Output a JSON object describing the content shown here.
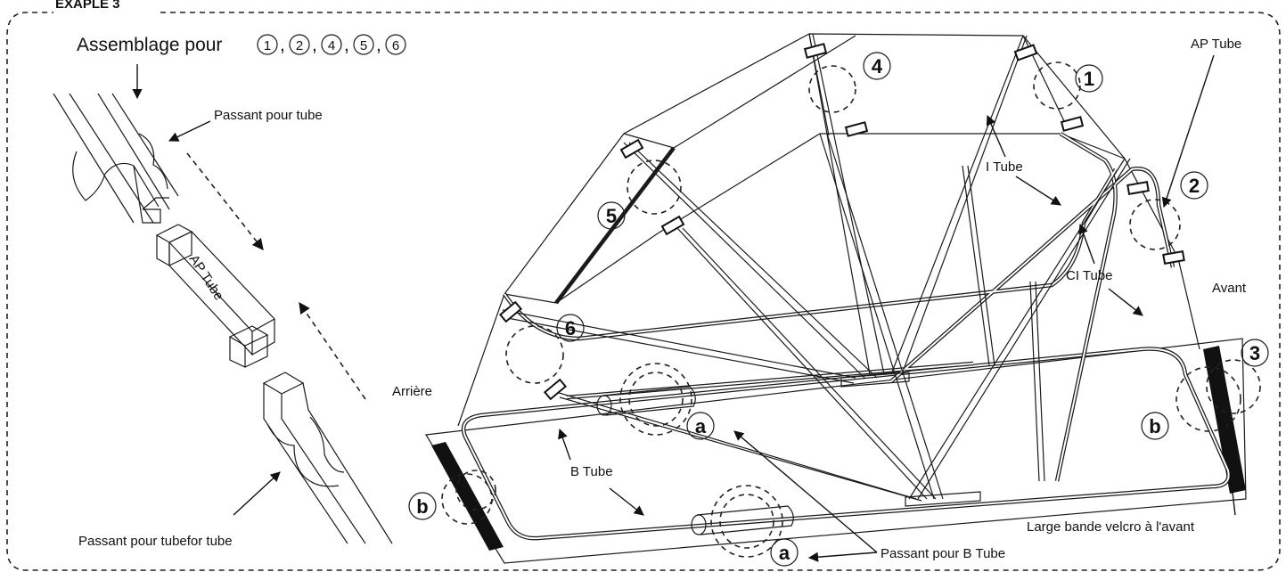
{
  "header": {
    "corner_label": "EXAPLE 3",
    "assembly_title": "Assemblage pour",
    "assembly_markers": [
      "1",
      "2",
      "4",
      "5",
      "6"
    ]
  },
  "detail": {
    "passant_top": "Passant pour tube",
    "tube_label": "AP Tube",
    "passant_bottom": "Passant pour tubefor tube"
  },
  "labels": {
    "ap_tube": "AP Tube",
    "i_tube": "I Tube",
    "ci_tube": "CI Tube",
    "b_tube": "B Tube",
    "avant": "Avant",
    "arriere": "Arrière",
    "velcro": "Large bande velcro à l'avant",
    "passant_b": "Passant pour B Tube"
  },
  "markers": {
    "m1": "1",
    "m2": "2",
    "m3": "3",
    "m4": "4",
    "m5": "5",
    "m6": "6",
    "a": "a",
    "b": "b"
  }
}
